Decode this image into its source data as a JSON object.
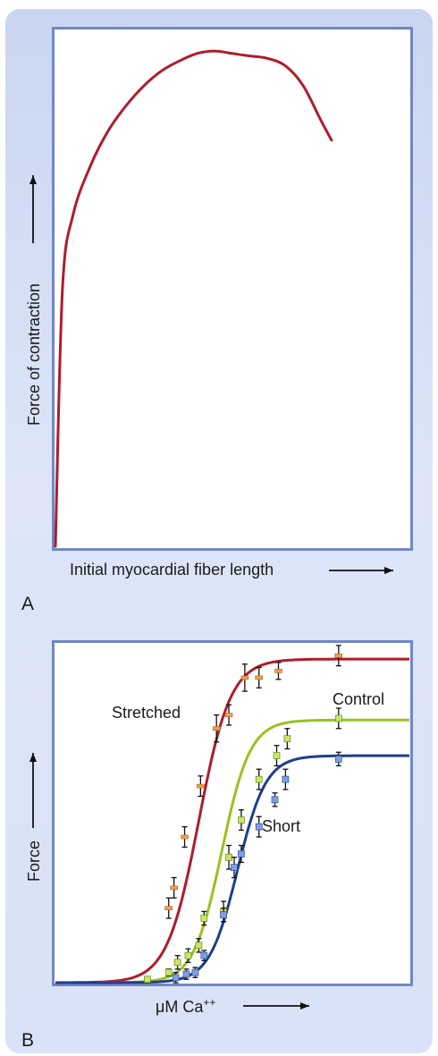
{
  "panels": {
    "A": {
      "letter": "A"
    },
    "B": {
      "letter": "B"
    }
  },
  "colors": {
    "panel_background": "#d3ddf4",
    "frame": "#6f87c9",
    "stretched": "#b01c2a",
    "control": "#98c21f",
    "short": "#1f3d8f",
    "marker_stretched": "#f0a050",
    "marker_control": "#c8e66a",
    "marker_short": "#7fa0e0",
    "error_bar": "#111111"
  },
  "chart_data": [
    {
      "type": "line",
      "panel": "A",
      "xlabel": "Initial myocardial fiber length",
      "ylabel": "Force of contraction",
      "xlim": [
        0,
        1
      ],
      "ylim": [
        0,
        1
      ],
      "grid": false,
      "series": [
        {
          "x": [
            0,
            0.02,
            0.05,
            0.1,
            0.15,
            0.2,
            0.25,
            0.3,
            0.35,
            0.4,
            0.45,
            0.5,
            0.55,
            0.6,
            0.65,
            0.7,
            0.75,
            0.78
          ],
          "y": [
            0,
            0.52,
            0.67,
            0.77,
            0.84,
            0.89,
            0.93,
            0.96,
            0.98,
            0.995,
            1.0,
            0.995,
            0.99,
            0.985,
            0.97,
            0.93,
            0.86,
            0.82
          ]
        }
      ]
    },
    {
      "type": "line",
      "panel": "B",
      "xlabel": "μM Ca",
      "xlabel_superscript": "++",
      "ylabel": "Force",
      "xlim": [
        0,
        1
      ],
      "ylim": [
        0,
        1
      ],
      "grid": false,
      "series": [
        {
          "name": "Stretched",
          "ec50": 0.405,
          "slope": 0.045,
          "max": 0.955,
          "points": [
            {
              "x": 0.32,
              "y": 0.22,
              "err": 0.03
            },
            {
              "x": 0.335,
              "y": 0.28,
              "err": 0.03
            },
            {
              "x": 0.365,
              "y": 0.43,
              "err": 0.03
            },
            {
              "x": 0.41,
              "y": 0.58,
              "err": 0.03
            },
            {
              "x": 0.455,
              "y": 0.75,
              "err": 0.04
            },
            {
              "x": 0.49,
              "y": 0.79,
              "err": 0.03
            },
            {
              "x": 0.535,
              "y": 0.9,
              "err": 0.04
            },
            {
              "x": 0.575,
              "y": 0.9,
              "err": 0.03
            },
            {
              "x": 0.63,
              "y": 0.92,
              "err": 0.025
            },
            {
              "x": 0.8,
              "y": 0.965,
              "err": 0.03
            }
          ]
        },
        {
          "name": "Control",
          "ec50": 0.47,
          "slope": 0.04,
          "max": 0.775,
          "points": [
            {
              "x": 0.26,
              "y": 0.01,
              "err": 0
            },
            {
              "x": 0.32,
              "y": 0.03,
              "err": 0.01
            },
            {
              "x": 0.345,
              "y": 0.06,
              "err": 0.02
            },
            {
              "x": 0.375,
              "y": 0.08,
              "err": 0.02
            },
            {
              "x": 0.405,
              "y": 0.11,
              "err": 0.02
            },
            {
              "x": 0.42,
              "y": 0.19,
              "err": 0.02
            },
            {
              "x": 0.475,
              "y": 0.21,
              "err": 0.03
            },
            {
              "x": 0.49,
              "y": 0.37,
              "err": 0.035
            },
            {
              "x": 0.525,
              "y": 0.48,
              "err": 0.03
            },
            {
              "x": 0.575,
              "y": 0.6,
              "err": 0.03
            },
            {
              "x": 0.625,
              "y": 0.67,
              "err": 0.03
            },
            {
              "x": 0.655,
              "y": 0.72,
              "err": 0.03
            },
            {
              "x": 0.8,
              "y": 0.78,
              "err": 0.03
            }
          ]
        },
        {
          "name": "Short",
          "ec50": 0.515,
          "slope": 0.04,
          "max": 0.67,
          "points": [
            {
              "x": 0.34,
              "y": 0.015,
              "err": 0.015
            },
            {
              "x": 0.37,
              "y": 0.025,
              "err": 0.015
            },
            {
              "x": 0.395,
              "y": 0.03,
              "err": 0.015
            },
            {
              "x": 0.42,
              "y": 0.08,
              "err": 0.015
            },
            {
              "x": 0.475,
              "y": 0.2,
              "err": 0.02
            },
            {
              "x": 0.505,
              "y": 0.34,
              "err": 0.03
            },
            {
              "x": 0.525,
              "y": 0.38,
              "err": 0.025
            },
            {
              "x": 0.575,
              "y": 0.46,
              "err": 0.03
            },
            {
              "x": 0.62,
              "y": 0.54,
              "err": 0.02
            },
            {
              "x": 0.65,
              "y": 0.6,
              "err": 0.03
            },
            {
              "x": 0.8,
              "y": 0.66,
              "err": 0.02
            }
          ]
        }
      ]
    }
  ]
}
